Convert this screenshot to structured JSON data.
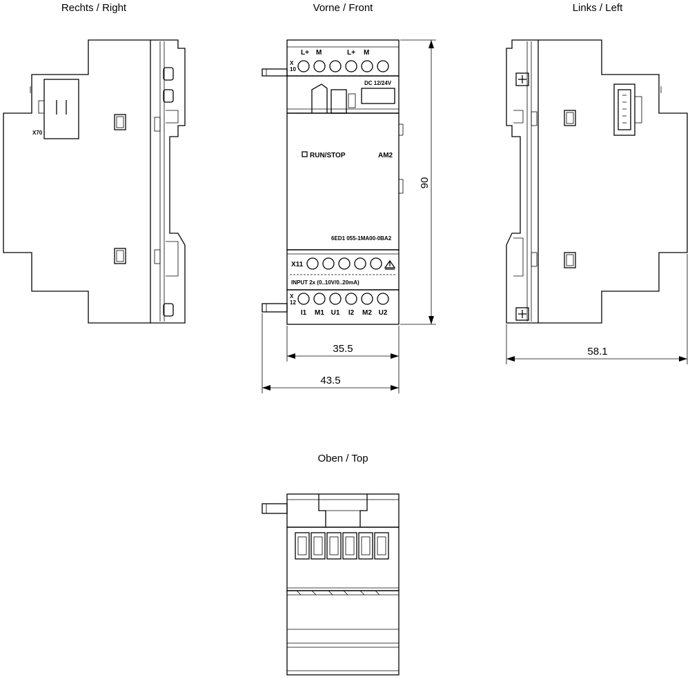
{
  "views": {
    "right": "Rechts / Right",
    "front": "Vorne / Front",
    "left": "Links / Left",
    "top": "Oben / Top"
  },
  "front_labels": {
    "x10_top": "L+",
    "x10_top_m": "M",
    "x10_top2": "L+",
    "x10_top2_m": "M",
    "x10_a": "X",
    "x10_b": "10",
    "supply": "DC 12/24V",
    "run_stop": "RUN/STOP",
    "module": "AM2",
    "order_no": "6ED1 055-1MA00-0BA2",
    "x11": "X11",
    "input": "INPUT 2x (0..10V/0..20mA)",
    "x12_a": "X",
    "x12_b": "12",
    "terminals": [
      "I1",
      "M1",
      "U1",
      "I2",
      "M2",
      "U2"
    ]
  },
  "right_labels": {
    "x70": "X70"
  },
  "dimensions": {
    "height": "90",
    "width_body": "35.5",
    "width_total": "43.5",
    "depth": "58.1"
  }
}
